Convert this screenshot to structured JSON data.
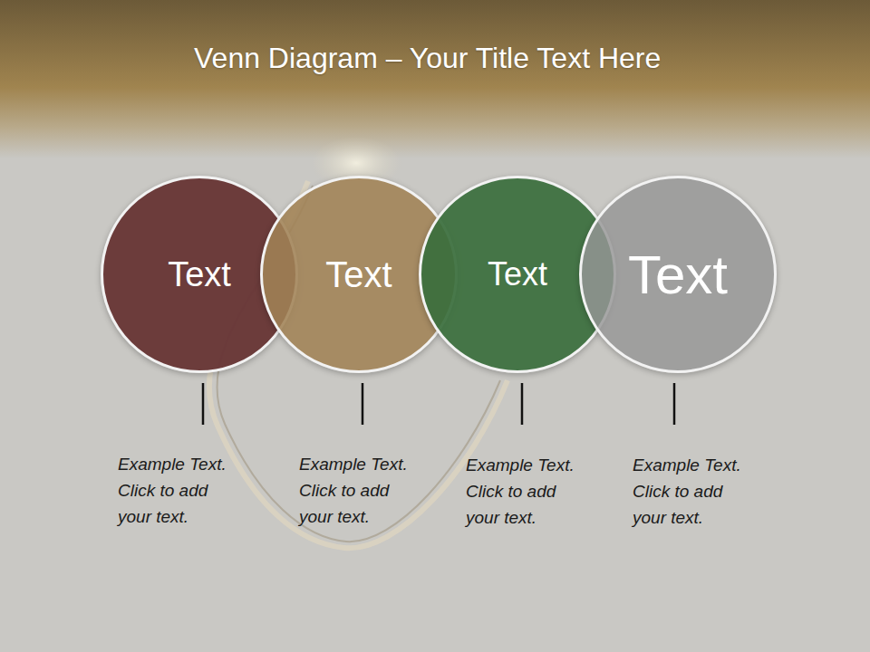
{
  "diagram": {
    "title": "Venn Diagram – Your Title Text Here",
    "nodes": [
      {
        "text": [
          "Text"
        ]
      },
      {
        "text": [
          "Text"
        ]
      },
      {
        "text": [
          "Text"
        ]
      },
      {
        "text": [
          "Text"
        ]
      }
    ],
    "labels": [
      "Example Text. Click to add your text.",
      "Example Text. Click to add your text.",
      "Example Text. Click to add your text.",
      "Example Text. Click to add your text."
    ]
  }
}
